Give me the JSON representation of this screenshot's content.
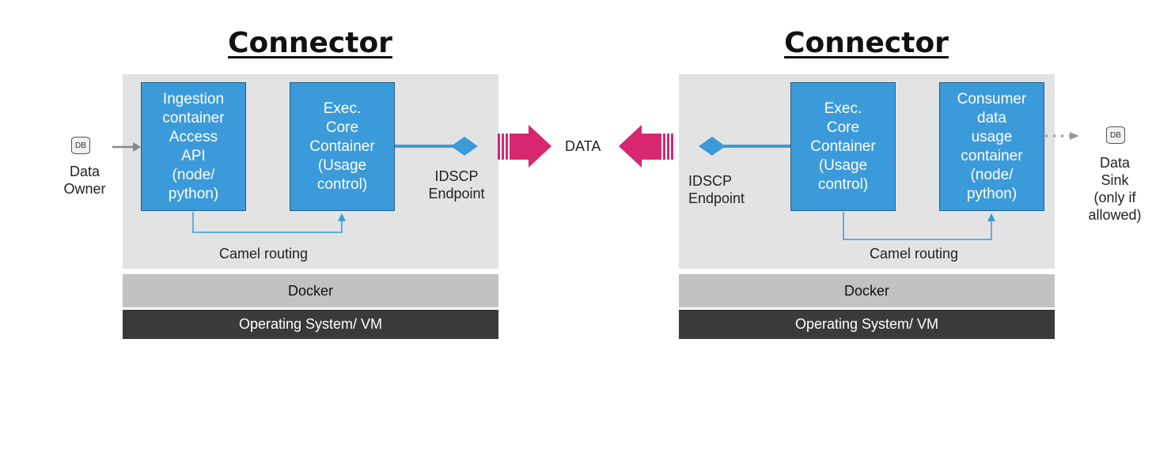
{
  "left": {
    "title": "Connector",
    "ingestion_box": "Ingestion\ncontainer\nAccess\nAPI\n(node/\npython)",
    "exec_box": "Exec.\nCore\nContainer\n(Usage\ncontrol)",
    "endpoint_label": "IDSCP\nEndpoint",
    "routing_label": "Camel routing",
    "docker_label": "Docker",
    "os_label": "Operating System/ VM",
    "source_label": "Data\nOwner",
    "db_label": "DB"
  },
  "right": {
    "title": "Connector",
    "exec_box": "Exec.\nCore\nContainer\n(Usage\ncontrol)",
    "consumer_box": "Consumer\ndata\nusage\ncontainer\n(node/\npython)",
    "endpoint_label": "IDSCP\nEndpoint",
    "routing_label": "Camel routing",
    "docker_label": "Docker",
    "os_label": "Operating System/ VM",
    "sink_label": "Data\nSink\n(only if\nallowed)",
    "db_label": "DB"
  },
  "center_label": "DATA",
  "colors": {
    "container_blue": "#3b9ad9",
    "arrow_pink": "#d6276f",
    "panel_gray": "#e3e3e3",
    "docker_gray": "#c2c2c2",
    "os_dark": "#3a3a3a"
  }
}
